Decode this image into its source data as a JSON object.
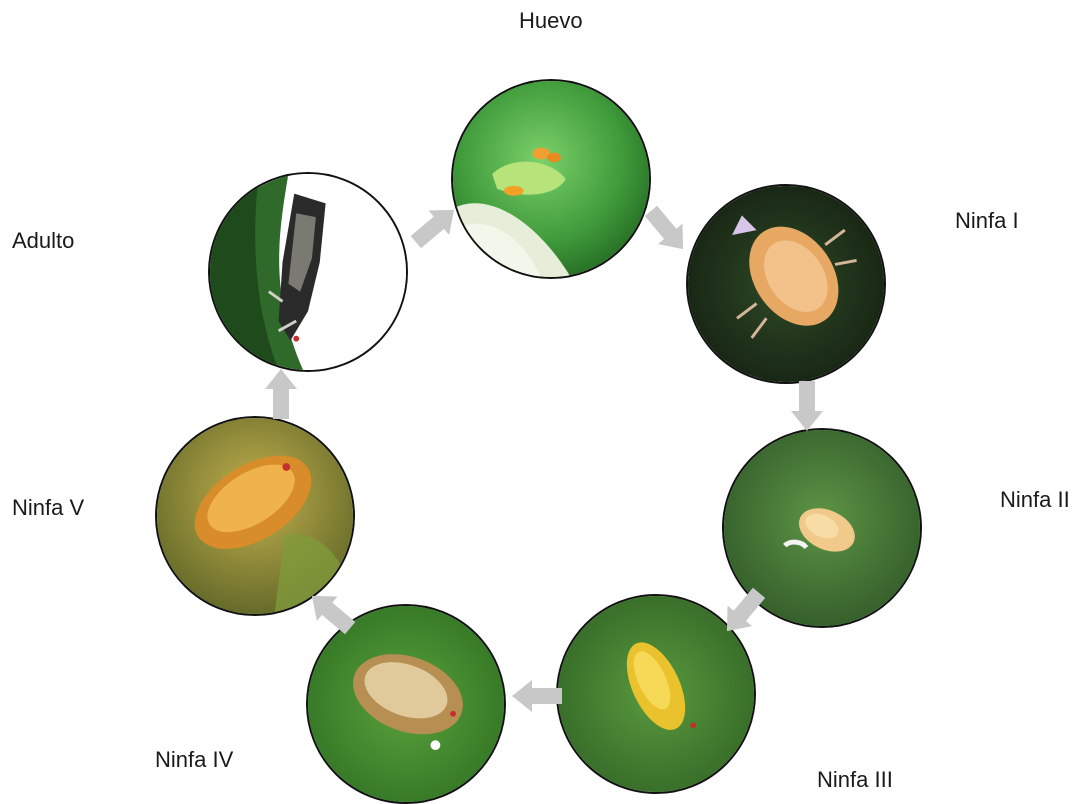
{
  "stages": [
    {
      "id": "huevo",
      "label": "Huevo"
    },
    {
      "id": "ninfa1",
      "label": "Ninfa I"
    },
    {
      "id": "ninfa2",
      "label": "Ninfa II"
    },
    {
      "id": "ninfa3",
      "label": "Ninfa III"
    },
    {
      "id": "ninfa4",
      "label": "Ninfa IV"
    },
    {
      "id": "ninfa5",
      "label": "Ninfa V"
    },
    {
      "id": "adulto",
      "label": "Adulto"
    }
  ],
  "colors": {
    "arrow": "#c8c8c8",
    "circle_border": "#111111",
    "label": "#1a1a1a"
  }
}
